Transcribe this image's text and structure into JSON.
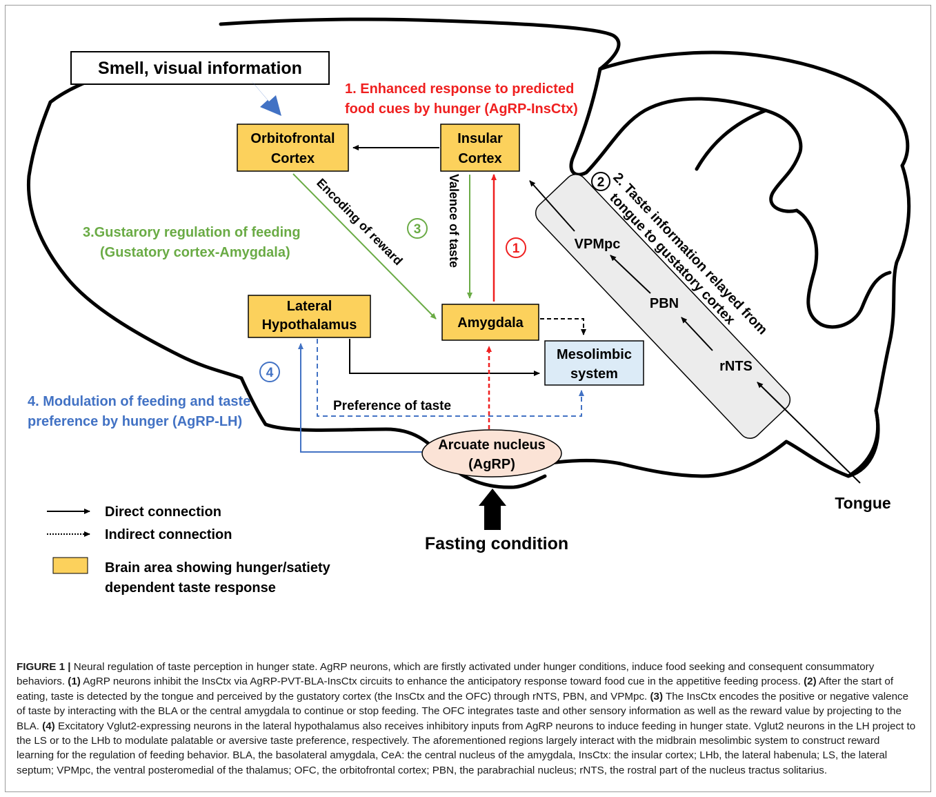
{
  "diagram": {
    "smell_box": "Smell, visual information",
    "note1_line1": "1. Enhanced response to predicted",
    "note1_line2": "food cues by hunger  (AgRP-InsCtx)",
    "ofc_line1": "Orbitofrontal",
    "ofc_line2": "Cortex",
    "insular_line1": "Insular",
    "insular_line2": "Cortex",
    "note2": "2. Taste information relayed from",
    "note2_line2": "tongue to gustatory cortex",
    "note3_line1": "3.Gustarory regulation of feeding",
    "note3_line2": "(Gustatory cortex-Amygdala)",
    "encoding_reward": "Encoding of reward",
    "valence_taste": "Valence of taste",
    "circle1": "1",
    "circle2": "2",
    "circle3": "3",
    "circle4": "4",
    "vpmpc": "VPMpc",
    "pbn": "PBN",
    "rnts": "rNTS",
    "lh_line1": "Lateral",
    "lh_line2": "Hypothalamus",
    "amygdala": "Amygdala",
    "meso_line1": "Mesolimbic",
    "meso_line2": "system",
    "note4_line1": "4. Modulation of feeding and taste",
    "note4_line2": "preference by hunger (AgRP-LH)",
    "preference_taste": "Preference of taste",
    "arcuate_line1": "Arcuate nucleus",
    "arcuate_line2": "(AgRP)",
    "tongue": "Tongue",
    "fasting": "Fasting condition"
  },
  "legend": {
    "direct": "Direct connection",
    "indirect": "Indirect connection",
    "area_line1": "Brain area showing hunger/satiety",
    "area_line2": "dependent taste response"
  },
  "caption": {
    "label": "FIGURE 1 |",
    "intro": " Neural regulation of taste perception in hunger state. AgRP neurons, which are firstly activated under hunger conditions, induce food seeking and consequent consummatory behaviors. ",
    "p1_tag": "(1)",
    "p1": " AgRP neurons inhibit the InsCtx via AgRP-PVT-BLA-InsCtx circuits to enhance the anticipatory response toward food cue in the appetitive feeding process. ",
    "p2_tag": "(2)",
    "p2": " After the start of eating, taste is detected by the tongue and perceived by the gustatory cortex (the InsCtx and the OFC) through rNTS, PBN, and VPMpc. ",
    "p3_tag": "(3)",
    "p3": " The InsCtx encodes the positive or negative valence of taste by interacting with the BLA or the central amygdala to continue or stop feeding. The OFC integrates taste and other sensory information as well as the reward value by projecting to the BLA. ",
    "p4_tag": "(4)",
    "p4": " Excitatory Vglut2-expressing neurons in the lateral hypothalamus also receives inhibitory inputs from AgRP neurons to induce feeding in hunger state. Vglut2 neurons in the LH project to the LS or to the LHb to modulate palatable or aversive taste preference, respectively. The aforementioned regions largely interact with the midbrain mesolimbic system to construct reward learning for the regulation of feeding behavior. BLA, the basolateral amygdala, CeA: the central nucleus of the amygdala, InsCtx: the insular cortex; LHb, the lateral habenula; LS, the lateral septum; VPMpc, the ventral posteromedial of the thalamus; OFC, the orbitofrontal cortex; PBN, the parabrachial nucleus; rNTS, the rostral part of the nucleus tractus solitarius."
  },
  "colors": {
    "area_fill": "#fcd15c",
    "meso_fill": "#dcebf7",
    "arcuate_fill": "#fbe3d6",
    "relay_fill": "#ececec",
    "red": "#ef1f1f",
    "green": "#6aab45",
    "blue": "#4272c4"
  }
}
